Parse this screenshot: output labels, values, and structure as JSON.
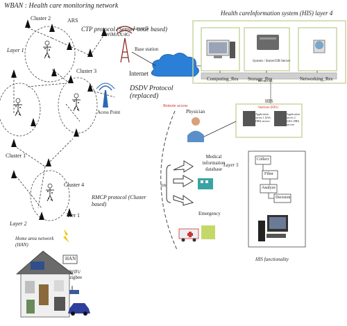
{
  "titles": {
    "wban": "WBAN : Health care monitoring network",
    "his": "Health careInformation system (HIS) layer 4"
  },
  "wban": {
    "clusters": [
      "Cluster 2",
      "Cluster 3",
      "Cluster 1",
      "Cluster 4"
    ],
    "ars": "ARS",
    "layer1": "Layer 1",
    "layer2": "Layer 2",
    "tier1": "Tier 1",
    "ctp": "CTP protocol (Senser node based)",
    "rmcp": "RMCP protocol (Cluster based)",
    "han_title": "Home area network (HAN)",
    "han_label": "HAN",
    "wifi": "WiFi/ zigbee"
  },
  "network": {
    "layer3": "Layer 3",
    "wimax": "WiMAX/4G",
    "base_station": "Base station",
    "internet": "Internet",
    "dsdv": "DSDV Protocol (replaced)",
    "access_point": "Acess Point",
    "remote_access": "Remote access"
  },
  "his": {
    "computing": "Computing_Res",
    "storage": "Storage_Res",
    "networking": "Networking_Res",
    "storage_caption": "System / Stored DB Server",
    "bus_caption": "HIS data bus",
    "his_label": "HIS",
    "stations_caption": "Stations (HIS)",
    "app1": "Application server 1 (IAS, DBI) service",
    "app2": "Application server 2 (IAS, DBI) service",
    "layer5": "Layer 5",
    "physician": "Physician",
    "medical_db": "Medical information database",
    "emergency": "Emergency",
    "on": "on",
    "functionality": "HIS functionality",
    "flow": [
      "Collect",
      "Filter",
      "Analyze",
      "Decision"
    ]
  },
  "colors": {
    "accent_red": "#cc2b2b",
    "frame_green": "#c9d6a2",
    "cloud_blue": "#2b7fd6",
    "bus_gray": "#cfcfcf"
  }
}
